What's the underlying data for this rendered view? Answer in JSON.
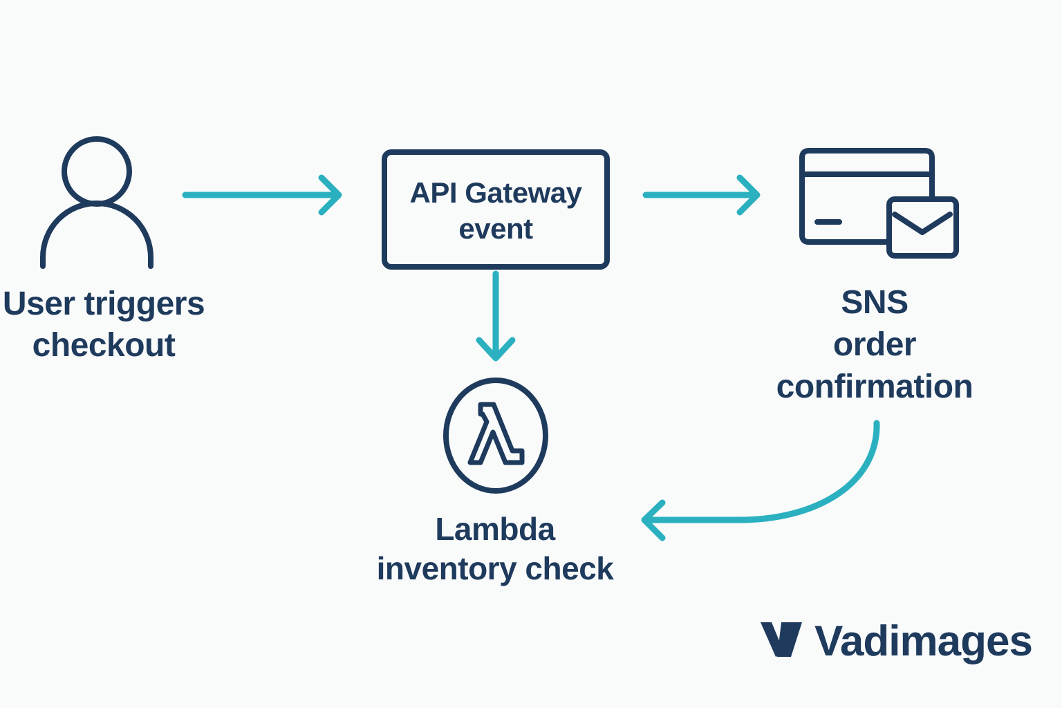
{
  "nodes": {
    "user": {
      "icon": "user-icon",
      "label_line1": "User triggers",
      "label_line2": "checkout"
    },
    "api_gateway": {
      "label_line1": "API Gateway",
      "label_line2": "event"
    },
    "sns": {
      "icon": "credit-card-envelope-icon",
      "label_line1": "SNS",
      "label_line2": "order",
      "label_line3": "confirmation"
    },
    "lambda": {
      "icon": "lambda-icon",
      "label_line1": "Lambda",
      "label_line2": "inventory check"
    }
  },
  "edges": [
    {
      "from": "user",
      "to": "api_gateway"
    },
    {
      "from": "api_gateway",
      "to": "sns"
    },
    {
      "from": "api_gateway",
      "to": "lambda"
    },
    {
      "from": "sns",
      "to": "lambda"
    }
  ],
  "brand": {
    "name": "Vadimages",
    "logo": "v-logo-icon"
  },
  "colors": {
    "primary": "#1e3a5c",
    "accent": "#2bb0c0",
    "background": "#f9fbfb"
  }
}
